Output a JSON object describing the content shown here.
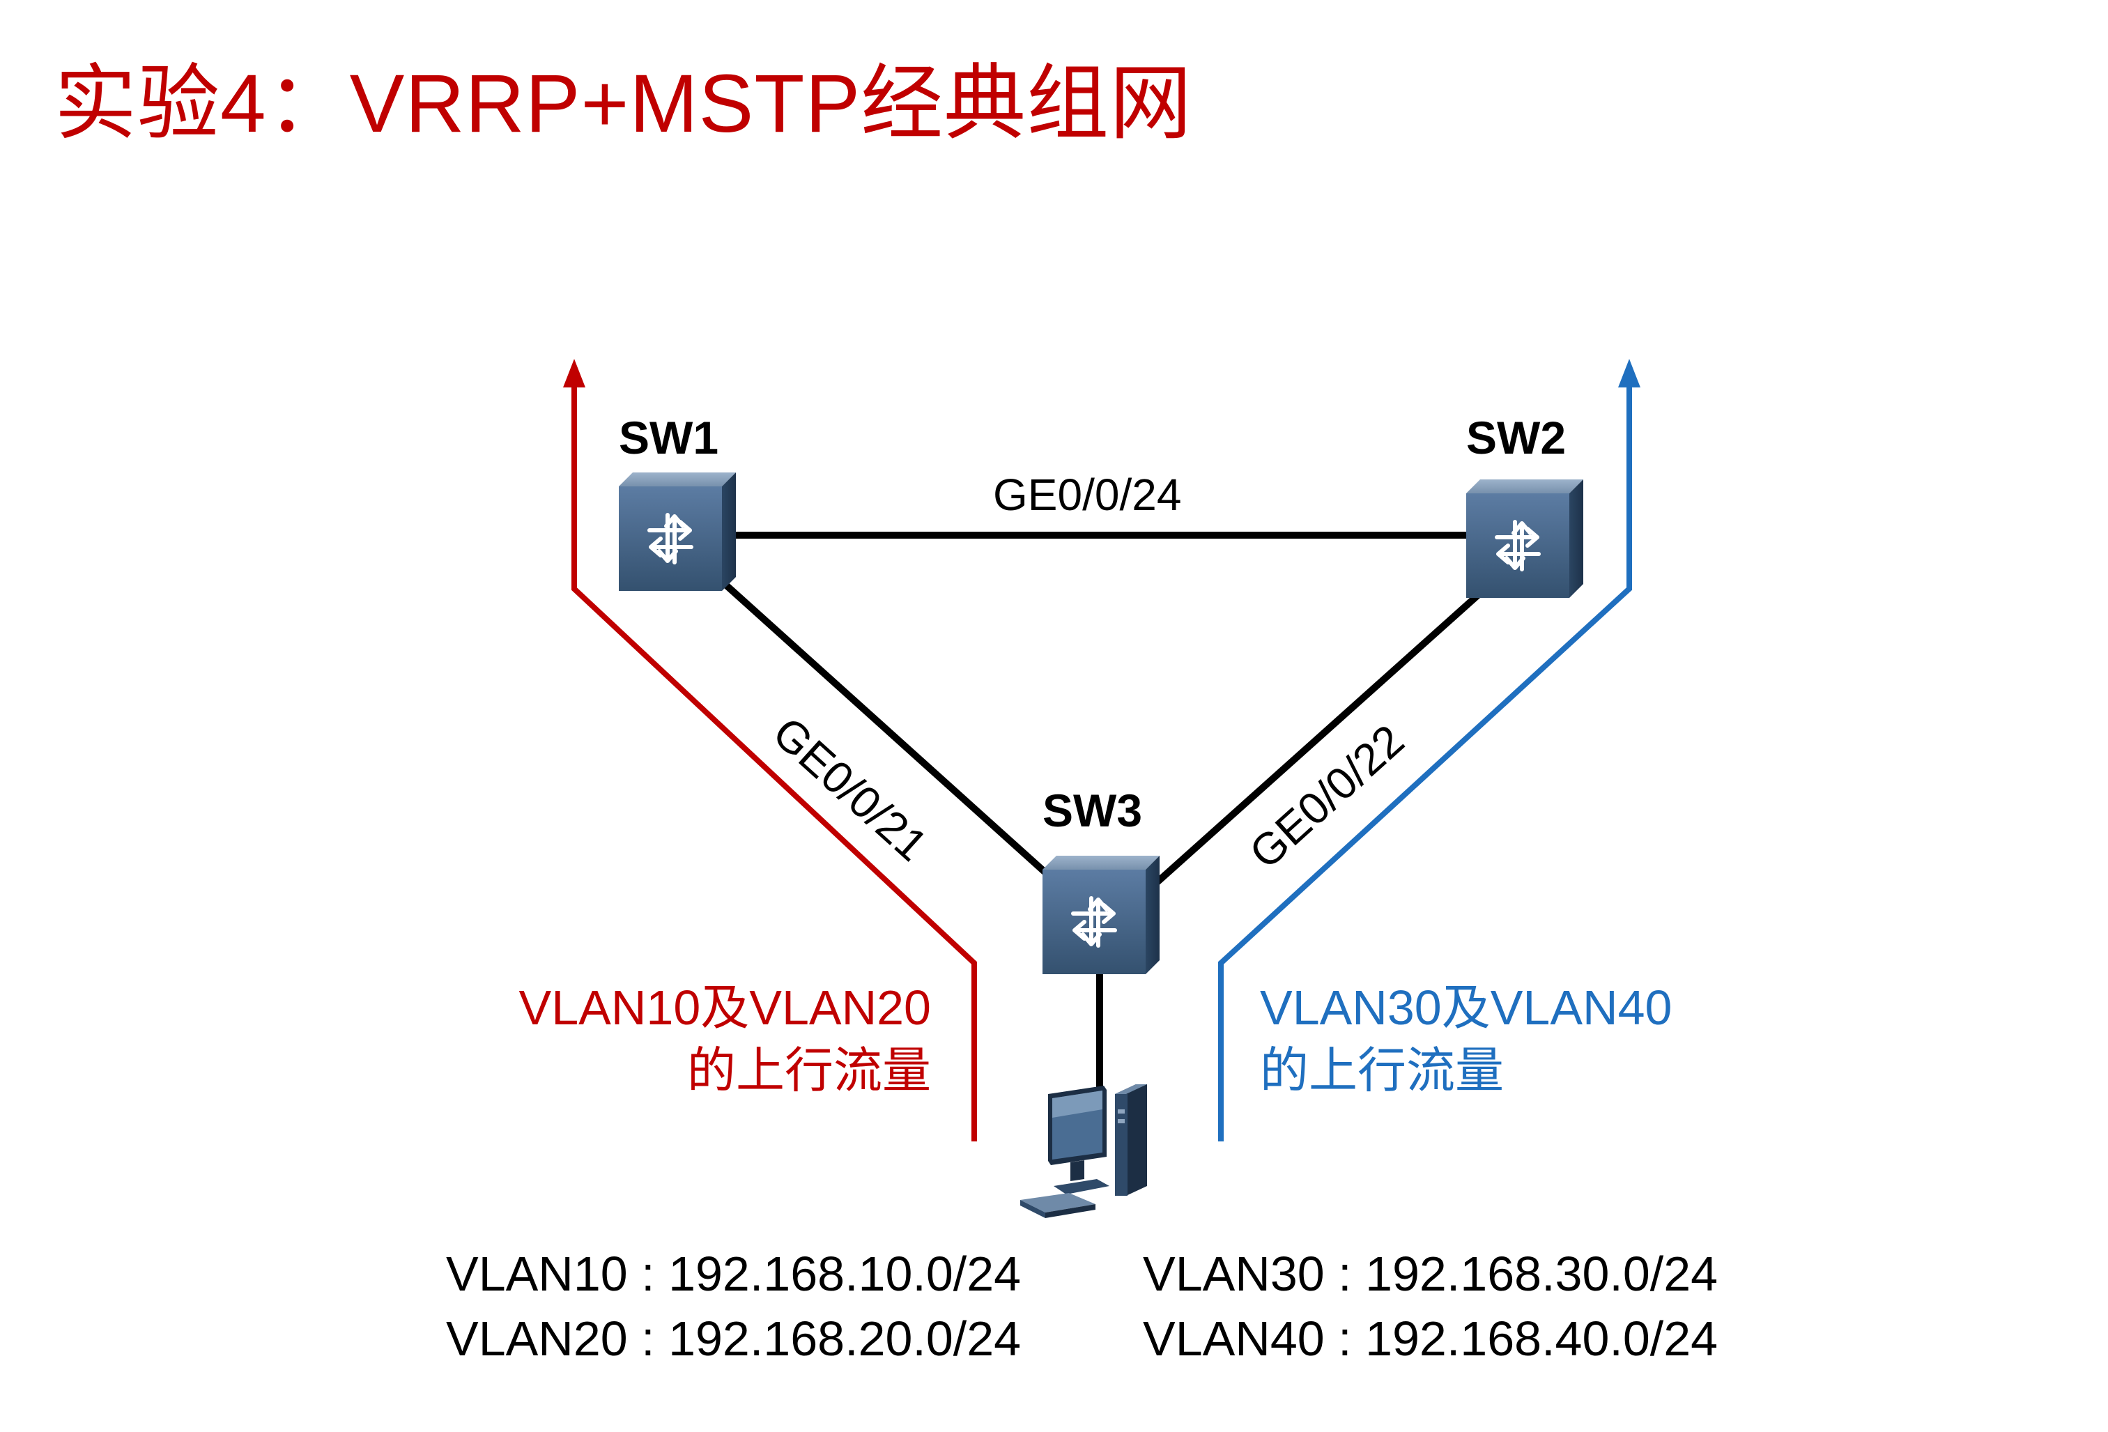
{
  "title": "实验4：VRRP+MSTP经典组网",
  "switches": {
    "sw1": "SW1",
    "sw2": "SW2",
    "sw3": "SW3"
  },
  "links": {
    "sw1_sw2": "GE0/0/24",
    "sw1_sw3": "GE0/0/21",
    "sw2_sw3": "GE0/0/22"
  },
  "flows": {
    "left": {
      "line1": "VLAN10及VLAN20",
      "line2": "的上行流量",
      "color": "#c00000"
    },
    "right": {
      "line1": "VLAN30及VLAN40",
      "line2": "的上行流量",
      "color": "#1f6fbf"
    }
  },
  "subnets": {
    "left": [
      "VLAN10 : 192.168.10.0/24",
      "VLAN20 : 192.168.20.0/24"
    ],
    "right": [
      "VLAN30 : 192.168.30.0/24",
      "VLAN40 : 192.168.40.0/24"
    ]
  },
  "icons": {
    "switch": "l3-switch-icon",
    "host": "pc-icon"
  }
}
